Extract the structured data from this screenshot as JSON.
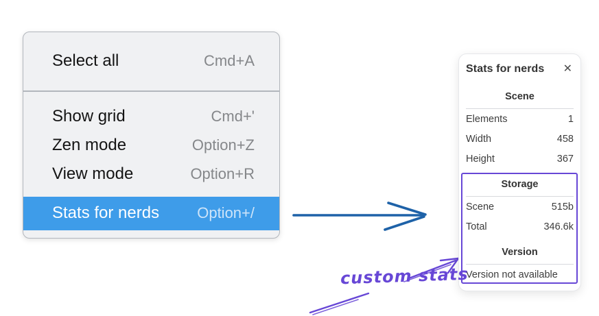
{
  "menu": {
    "items": [
      {
        "label": "Select all",
        "shortcut": "Cmd+A"
      },
      {
        "label": "Show grid",
        "shortcut": "Cmd+'"
      },
      {
        "label": "Zen mode",
        "shortcut": "Option+Z"
      },
      {
        "label": "View mode",
        "shortcut": "Option+R"
      },
      {
        "label": "Stats for nerds",
        "shortcut": "Option+/"
      }
    ],
    "highlighted_item": "Stats for nerds"
  },
  "stats_panel": {
    "title": "Stats for nerds",
    "close_icon": "✕",
    "scene": {
      "header": "Scene",
      "rows": [
        {
          "label": "Elements",
          "value": "1"
        },
        {
          "label": "Width",
          "value": "458"
        },
        {
          "label": "Height",
          "value": "367"
        }
      ]
    },
    "storage": {
      "header": "Storage",
      "rows": [
        {
          "label": "Scene",
          "value": "515b"
        },
        {
          "label": "Total",
          "value": "346.6k"
        }
      ]
    },
    "version": {
      "header": "Version",
      "note": "Version not available"
    }
  },
  "annotation": {
    "label": "custom stats"
  },
  "colors": {
    "menu_bg": "#f0f1f3",
    "menu_border": "#b2b6bc",
    "menu_text": "#141414",
    "shortcut_text": "#85878a",
    "highlight_bg": "#3e9ce9",
    "highlight_text": "#ffffff",
    "highlight_shortcut": "#cde4f9",
    "arrow_blue": "#1e62a8",
    "annotation_purple": "#6747d6",
    "panel_text": "#3c3c3c",
    "panel_header_text": "#333333",
    "panel_divider": "#d7d9dd"
  }
}
